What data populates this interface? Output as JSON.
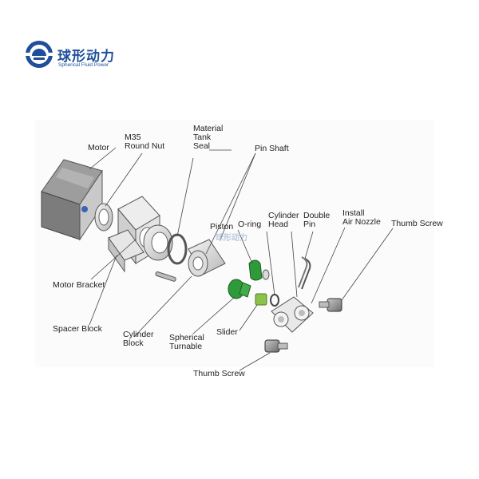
{
  "brand": {
    "name_cn": "球形动力",
    "name_en": "Spherical Fluid Power",
    "color": "#1f4f9a",
    "logo_icon": "spherical-logo-icon"
  },
  "watermark": "球形动力",
  "labels": {
    "motor": [
      "Motor"
    ],
    "round_nut": [
      "M35",
      "Round Nut"
    ],
    "material_tank_seal": [
      "Material",
      "Tank",
      "Seal"
    ],
    "pin_shaft": [
      "Pin Shaft"
    ],
    "piston": [
      "Piston"
    ],
    "o_ring": [
      "O-ring"
    ],
    "cylinder_head": [
      "Cylinder",
      "Head"
    ],
    "double_pin": [
      "Double",
      "Pin"
    ],
    "install_air_nozzle": [
      "Install",
      "Air Nozzle"
    ],
    "thumb_screw_top": [
      "Thumb Screw"
    ],
    "motor_bracket": [
      "Motor Bracket"
    ],
    "spacer_block": [
      "Spacer Block"
    ],
    "cylinder_block": [
      "Cylinder",
      "Block"
    ],
    "spherical_turnable": [
      "Spherical",
      "Turnable"
    ],
    "slider": [
      "Slider"
    ],
    "thumb_screw_bottom": [
      "Thumb Screw"
    ]
  },
  "colors": {
    "part_accent": "#2e9a3a",
    "slider_accent": "#8bc34a",
    "motor_blue": "#3b63b5"
  }
}
